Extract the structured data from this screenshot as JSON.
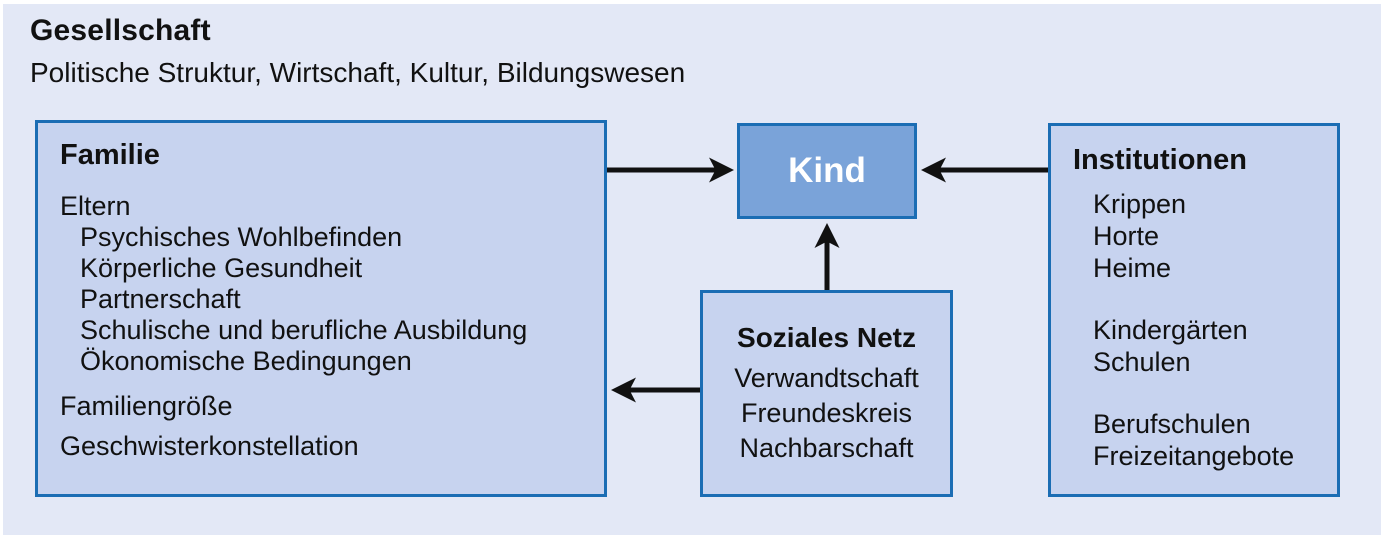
{
  "header": {
    "title": "Gesellschaft",
    "subtitle": "Politische Struktur, Wirtschaft, Kultur, Bildungswesen"
  },
  "boxes": {
    "familie": {
      "title": "Familie",
      "items": [
        {
          "label": "Eltern",
          "indent": 0
        },
        {
          "label": "Psychisches Wohlbefinden",
          "indent": 1
        },
        {
          "label": "Körperliche Gesundheit",
          "indent": 1
        },
        {
          "label": "Partnerschaft",
          "indent": 1
        },
        {
          "label": "Schulische und berufliche Ausbildung",
          "indent": 1
        },
        {
          "label": "Ökonomische Bedingungen",
          "indent": 1
        },
        {
          "label": "Familiengröße",
          "indent": 0
        },
        {
          "label": "Geschwisterkonstellation",
          "indent": 0
        }
      ]
    },
    "kind": {
      "title": "Kind"
    },
    "soziales_netz": {
      "title": "Soziales Netz",
      "items": [
        "Verwandtschaft",
        "Freundeskreis",
        "Nachbarschaft"
      ]
    },
    "institutionen": {
      "title": "Institutionen",
      "groups": [
        [
          "Krippen",
          "Horte",
          "Heime"
        ],
        [
          "Kindergärten",
          "Schulen"
        ],
        [
          "Berufschulen",
          "Freizeitangebote"
        ]
      ]
    }
  },
  "connections": [
    {
      "from": "Familie",
      "to": "Kind"
    },
    {
      "from": "Institutionen",
      "to": "Kind"
    },
    {
      "from": "Soziales Netz",
      "to": "Kind"
    },
    {
      "from": "Soziales Netz",
      "to": "Familie"
    }
  ],
  "colors": {
    "page_background": "#e3e8f6",
    "box_fill": "#c7d3ef",
    "box_border": "#1b6db4",
    "kind_fill": "#7aa3d9",
    "kind_text": "#ffffff",
    "arrow": "#111111",
    "text": "#111111"
  }
}
